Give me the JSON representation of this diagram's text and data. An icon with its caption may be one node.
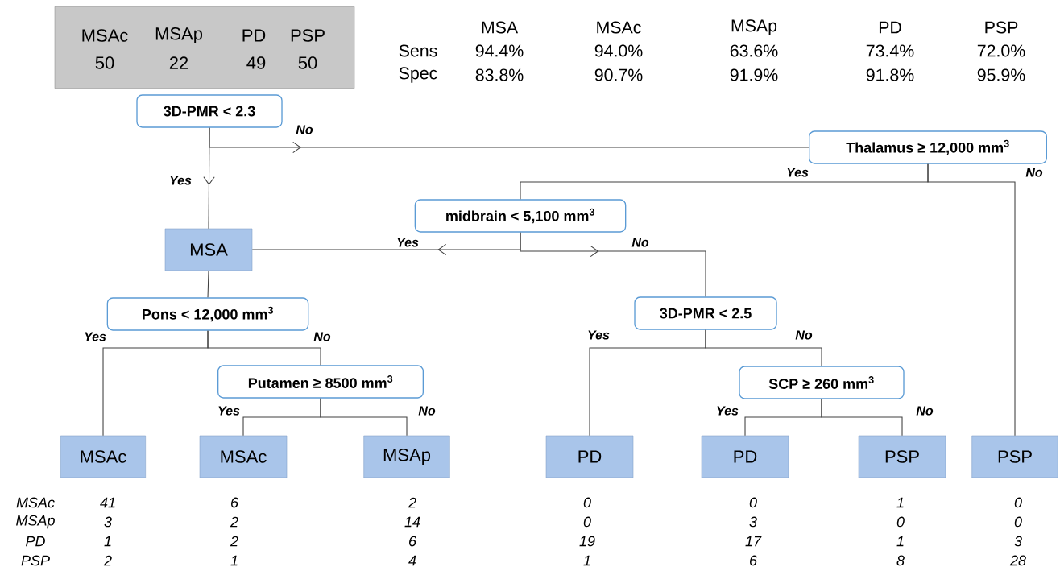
{
  "diagram": {
    "nodes": [
      {
        "text": [
          "MSAc",
          "MSAp",
          "PD",
          "PSP",
          "50",
          "22",
          "49",
          "50"
        ]
      },
      {
        "text": [
          "3D-PMR < 2.3"
        ]
      },
      {
        "text": [
          "Thalamus ≥ 12,000 mm$^{3}$"
        ]
      },
      {
        "text": [
          "MSA"
        ]
      },
      {
        "text": [
          "midbrain < 5,100 mm$^{3}$"
        ]
      },
      {
        "text": [
          "Pons < 12,000 mm$^{3}$"
        ]
      },
      {
        "text": [
          "3D-PMR < 2.5"
        ]
      },
      {
        "text": [
          "Putamen ≥ 8500 mm$^{3}$"
        ]
      },
      {
        "text": [
          "SCP ≥ 260 mm$^{3}$"
        ]
      },
      {
        "text": [
          "MSAc"
        ]
      },
      {
        "text": [
          "MSAc"
        ]
      },
      {
        "text": [
          "MSAp"
        ]
      },
      {
        "text": [
          "PD"
        ]
      },
      {
        "text": [
          "PD"
        ]
      },
      {
        "text": [
          "PSP"
        ]
      },
      {
        "text": [
          "PSP"
        ]
      }
    ],
    "edges": [
      {
        "from": 1,
        "to": 3,
        "arrow": "to",
        "label": "Yes"
      },
      {
        "from": 1,
        "to": 2,
        "arrow": "to",
        "label": "No"
      },
      {
        "from": 2,
        "to": 4,
        "arrow": "none",
        "label": "Yes"
      },
      {
        "from": 2,
        "to": 15,
        "arrow": "none",
        "label": "No"
      },
      {
        "from": 4,
        "to": 3,
        "arrow": "to",
        "label": "Yes"
      },
      {
        "from": 4,
        "to": 6,
        "arrow": "to",
        "label": "No"
      },
      {
        "from": 3,
        "to": 5,
        "arrow": "none"
      },
      {
        "from": 5,
        "to": 9,
        "arrow": "none",
        "label": "Yes"
      },
      {
        "from": 5,
        "to": 7,
        "arrow": "none",
        "label": "No"
      },
      {
        "from": 7,
        "to": 10,
        "arrow": "none",
        "label": "Yes"
      },
      {
        "from": 7,
        "to": 11,
        "arrow": "none",
        "label": "No"
      },
      {
        "from": 6,
        "to": 12,
        "arrow": "none",
        "label": "Yes"
      },
      {
        "from": 6,
        "to": 8,
        "arrow": "none",
        "label": "No"
      },
      {
        "from": 8,
        "to": 13,
        "arrow": "none",
        "label": "Yes"
      },
      {
        "from": 8,
        "to": 14,
        "arrow": "none",
        "label": "No"
      }
    ],
    "labels": [
      "MSA",
      "MSAc",
      "MSAp",
      "PD",
      "PSP",
      "Sens",
      "94.4%",
      "94.0%",
      "63.6%",
      "73.4%",
      "72.0%",
      "Spec",
      "83.8%",
      "90.7%",
      "91.9%",
      "91.8%",
      "95.9%",
      "MSAc",
      "41",
      "6",
      "2",
      "0",
      "0",
      "1",
      "0",
      "MSAp",
      "3",
      "2",
      "14",
      "0",
      "3",
      "0",
      "0",
      "PD",
      "1",
      "2",
      "6",
      "19",
      "17",
      "1",
      "3",
      "PSP",
      "2",
      "1",
      "4",
      "1",
      "6",
      "8",
      "28"
    ]
  }
}
